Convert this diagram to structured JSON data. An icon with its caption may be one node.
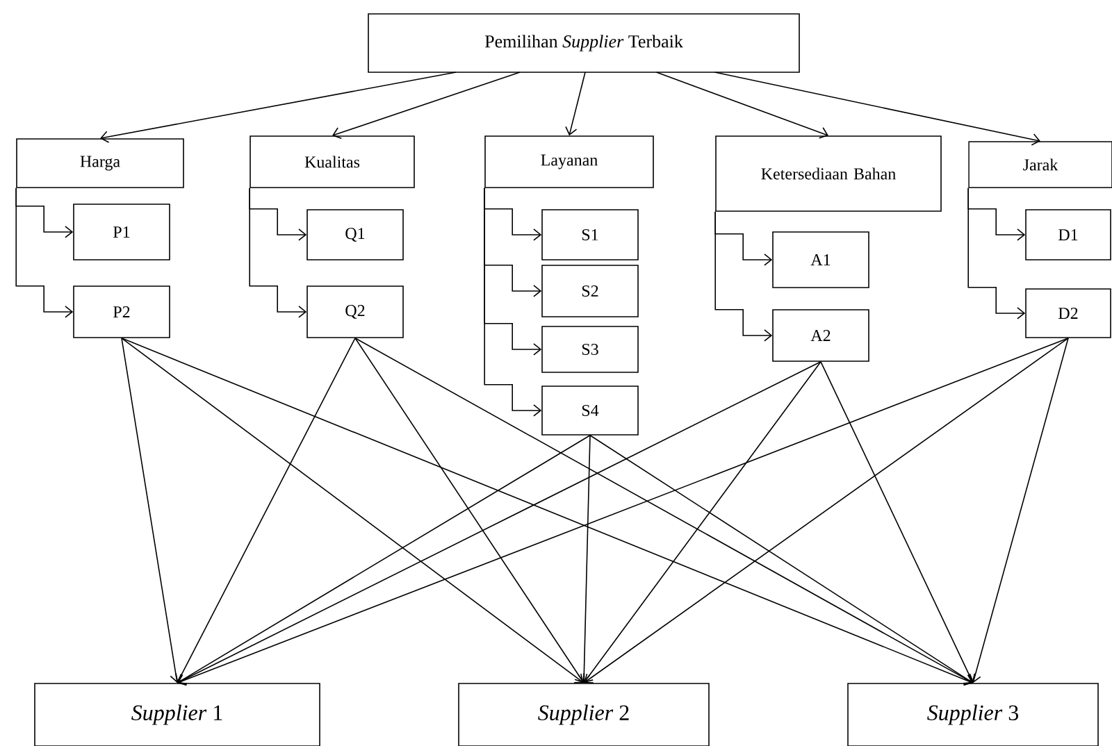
{
  "diagram": {
    "nodes": [
      {
        "text": [
          "Pemilihan *Supplier* Terbaik"
        ]
      },
      {
        "text": [
          "Harga"
        ]
      },
      {
        "text": [
          "Kualitas"
        ]
      },
      {
        "text": [
          "Layanan"
        ]
      },
      {
        "text": [
          "Ketersediaan Bahan"
        ]
      },
      {
        "text": [
          "Jarak"
        ]
      },
      {
        "text": [
          "P1"
        ]
      },
      {
        "text": [
          "P2"
        ]
      },
      {
        "text": [
          "Q1"
        ]
      },
      {
        "text": [
          "Q2"
        ]
      },
      {
        "text": [
          "S1"
        ]
      },
      {
        "text": [
          "S2"
        ]
      },
      {
        "text": [
          "S3"
        ]
      },
      {
        "text": [
          "S4"
        ]
      },
      {
        "text": [
          "A1"
        ]
      },
      {
        "text": [
          "A2"
        ]
      },
      {
        "text": [
          "D1"
        ]
      },
      {
        "text": [
          "D2"
        ]
      },
      {
        "text": [
          "*Supplier* 1"
        ]
      },
      {
        "text": [
          "*Supplier* 2"
        ]
      },
      {
        "text": [
          "*Supplier* 3"
        ]
      }
    ],
    "edges": [
      {
        "from": 0,
        "to": 1,
        "arrow": "to"
      },
      {
        "from": 0,
        "to": 2,
        "arrow": "to"
      },
      {
        "from": 0,
        "to": 3,
        "arrow": "to"
      },
      {
        "from": 0,
        "to": 4,
        "arrow": "to"
      },
      {
        "from": 0,
        "to": 5,
        "arrow": "to"
      },
      {
        "from": 1,
        "to": 6,
        "arrow": "to"
      },
      {
        "from": 1,
        "to": 7,
        "arrow": "to"
      },
      {
        "from": 2,
        "to": 8,
        "arrow": "to"
      },
      {
        "from": 2,
        "to": 9,
        "arrow": "to"
      },
      {
        "from": 3,
        "to": 10,
        "arrow": "to"
      },
      {
        "from": 3,
        "to": 11,
        "arrow": "to"
      },
      {
        "from": 3,
        "to": 12,
        "arrow": "to"
      },
      {
        "from": 3,
        "to": 13,
        "arrow": "to"
      },
      {
        "from": 4,
        "to": 14,
        "arrow": "to"
      },
      {
        "from": 4,
        "to": 15,
        "arrow": "to"
      },
      {
        "from": 5,
        "to": 16,
        "arrow": "to"
      },
      {
        "from": 5,
        "to": 17,
        "arrow": "to"
      },
      {
        "from": 7,
        "to": 18,
        "arrow": "to"
      },
      {
        "from": 7,
        "to": 19,
        "arrow": "to"
      },
      {
        "from": 7,
        "to": 20,
        "arrow": "to"
      },
      {
        "from": 9,
        "to": 18,
        "arrow": "to"
      },
      {
        "from": 9,
        "to": 19,
        "arrow": "to"
      },
      {
        "from": 9,
        "to": 20,
        "arrow": "to"
      },
      {
        "from": 13,
        "to": 18,
        "arrow": "to"
      },
      {
        "from": 13,
        "to": 19,
        "arrow": "to"
      },
      {
        "from": 13,
        "to": 20,
        "arrow": "to"
      },
      {
        "from": 15,
        "to": 18,
        "arrow": "to"
      },
      {
        "from": 15,
        "to": 19,
        "arrow": "to"
      },
      {
        "from": 15,
        "to": 20,
        "arrow": "to"
      },
      {
        "from": 17,
        "to": 18,
        "arrow": "to"
      },
      {
        "from": 17,
        "to": 19,
        "arrow": "to"
      },
      {
        "from": 17,
        "to": 20,
        "arrow": "to"
      }
    ]
  }
}
